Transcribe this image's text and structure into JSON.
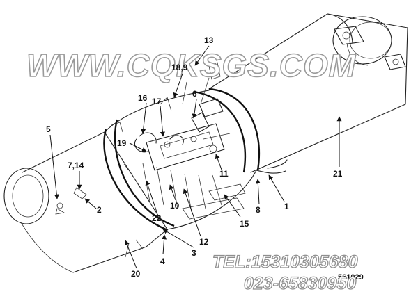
{
  "watermark": {
    "site": "WWW.CQKSGS.COM"
  },
  "contact": {
    "tel": "TEL:15310305680",
    "phone": "023-65830950"
  },
  "drawing_code": "561029",
  "callouts": [
    "13",
    "18,9",
    "16",
    "17",
    "6",
    "5",
    "19",
    "7,14",
    "2",
    "11",
    "21",
    "22",
    "10",
    "15",
    "8",
    "1",
    "12",
    "3",
    "4",
    "20"
  ],
  "colors": {
    "line": "#222222",
    "watermark_outline": "#9a9a9a",
    "arrow": "#111111"
  }
}
